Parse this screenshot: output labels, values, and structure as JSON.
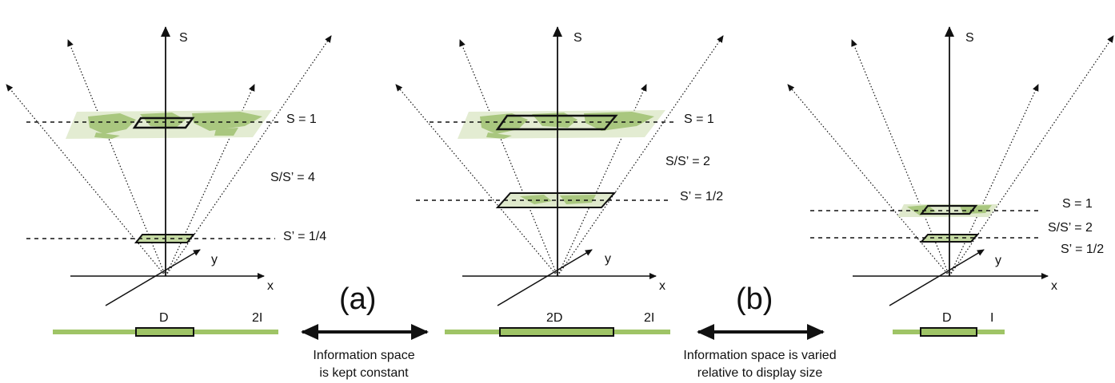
{
  "colors": {
    "map_land": "#a9c77f",
    "map_sea": "#e3ecd2",
    "bar": "#9fc466",
    "stroke": "#111111"
  },
  "panels": [
    {
      "id": "panel-1",
      "axis_s": "S",
      "axis_x": "x",
      "axis_y": "y",
      "top_plane_label": "S =  1",
      "ratio_label": "S/S’ =  4",
      "bottom_plane_label": "S’ = 1/4",
      "display_label": "D",
      "info_label": "2I"
    },
    {
      "id": "panel-2",
      "axis_s": "S",
      "axis_x": "x",
      "axis_y": "y",
      "top_plane_label": "S =  1",
      "ratio_label": "S/S’ =  2",
      "bottom_plane_label": "S’ = 1/2",
      "display_label": "2D",
      "info_label": "2I"
    },
    {
      "id": "panel-3",
      "axis_s": "S",
      "axis_x": "x",
      "axis_y": "y",
      "top_plane_label": "S =  1",
      "ratio_label": "S/S’ =  2",
      "bottom_plane_label": "S’ = 1/2",
      "display_label": "D",
      "info_label": "I"
    }
  ],
  "comparisons": [
    {
      "id": "a",
      "label": "(a)",
      "caption_line1": "Information space",
      "caption_line2": "is kept constant"
    },
    {
      "id": "b",
      "label": "(b)",
      "caption_line1": "Information space is varied",
      "caption_line2": "relative to display size"
    }
  ]
}
